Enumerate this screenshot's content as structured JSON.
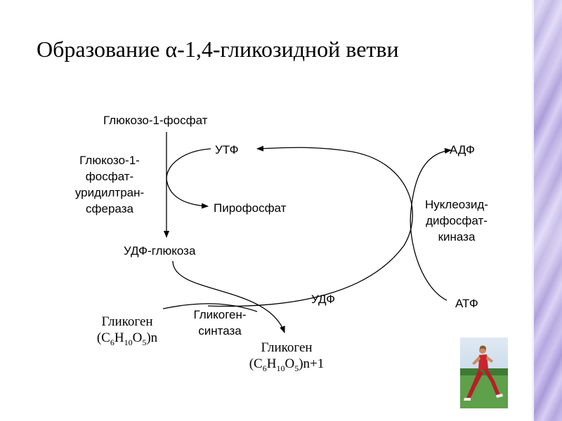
{
  "slide": {
    "title": "Образование α-1,4-гликозидной ветви"
  },
  "diagram": {
    "glucose_1_phosphate": "Глюкозо-1-фосфат",
    "enzyme_udp_transferase": [
      "Глюкозо-1-",
      "фосфат-",
      "уридилтран-",
      "сфераза"
    ],
    "utp": "УТФ",
    "pyrophosphate": "Пирофосфат",
    "udp_glucose": "УДФ-глюкоза",
    "udp": "УДФ",
    "adp": "АДФ",
    "atp": "АТФ",
    "enzyme_kinase": [
      "Нуклеозид-",
      "дифосфат-",
      "киназа"
    ],
    "enzyme_synthase": [
      "Гликоген-",
      "синтаза"
    ],
    "glycogen_left": {
      "name": "Гликоген",
      "formula_parts": [
        "(C",
        "6",
        "H",
        "10",
        "O",
        "5",
        ")n"
      ]
    },
    "glycogen_right": {
      "name": "Гликоген",
      "formula_parts": [
        "(C",
        "6",
        "H",
        "10",
        "O",
        "5",
        ")n+1"
      ]
    }
  },
  "decor": {
    "accent_strip_color": "#b7a9e0",
    "photo_description_icon": "runner-photo"
  }
}
